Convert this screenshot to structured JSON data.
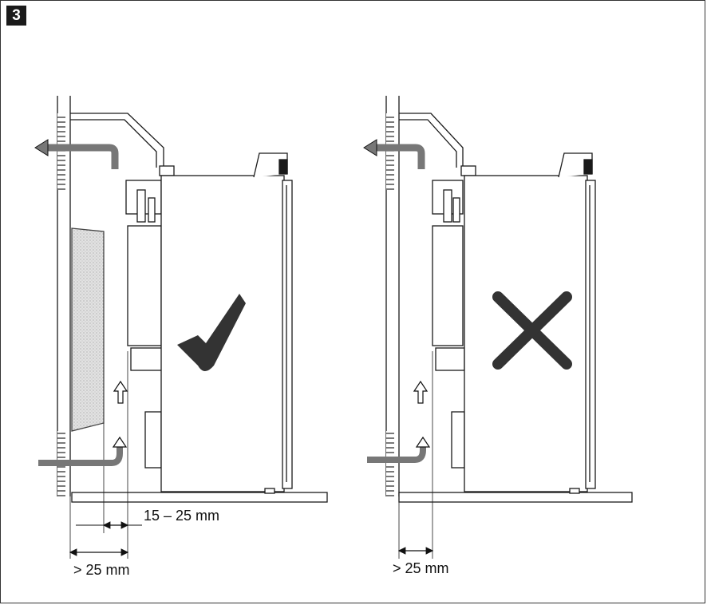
{
  "figure": {
    "number": "3"
  },
  "left_panel": {
    "status": "correct",
    "status_icon": "checkmark-icon",
    "dimension_inner": "15 – 25 mm",
    "dimension_outer": "> 25 mm"
  },
  "right_panel": {
    "status": "incorrect",
    "status_icon": "cross-icon",
    "dimension_outer": "> 25 mm"
  },
  "colors": {
    "line": "#1a1a1a",
    "airflow_arrow": "#777777",
    "mark": "#333333",
    "insulation": "#d9d9d9"
  }
}
